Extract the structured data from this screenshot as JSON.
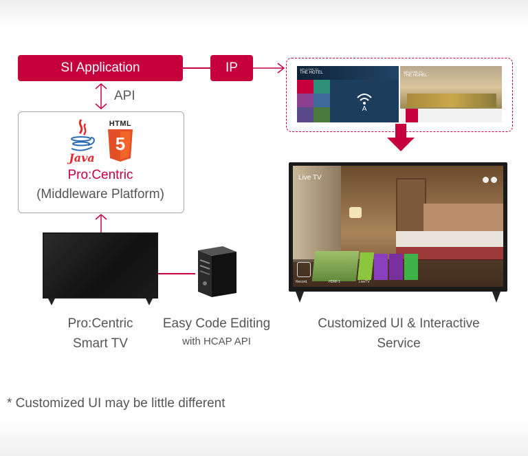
{
  "si_application": "SI Application",
  "ip": "IP",
  "api": "API",
  "middleware": {
    "java_label": "Java",
    "html_label": "HTML",
    "html_version": "5",
    "brand": "Pro:Centric",
    "subtitle": "(Middleware Platform)"
  },
  "captions": {
    "smart_tv_line1": "Pro:Centric",
    "smart_tv_line2": "Smart TV",
    "code_line1": "Easy Code Editing",
    "code_line2": "with HCAP API",
    "ui_line1": "Customized UI & Interactive",
    "ui_line2": "Service"
  },
  "screens": {
    "welcome_small": "WELCOME TO",
    "hotel_left": "THE HOTEL",
    "hotel_right": "THE HOHEL",
    "live_tv": "Live TV",
    "hdmi": "HDMI 1",
    "live_app": "LiveTV",
    "record": "Record."
  },
  "footnote": "* Customized UI may be little different",
  "colors": {
    "accent": "#c6003d",
    "app_purple": "#8a3fbf",
    "app_green": "#3fb34a",
    "app_lime": "#8cc63f"
  }
}
